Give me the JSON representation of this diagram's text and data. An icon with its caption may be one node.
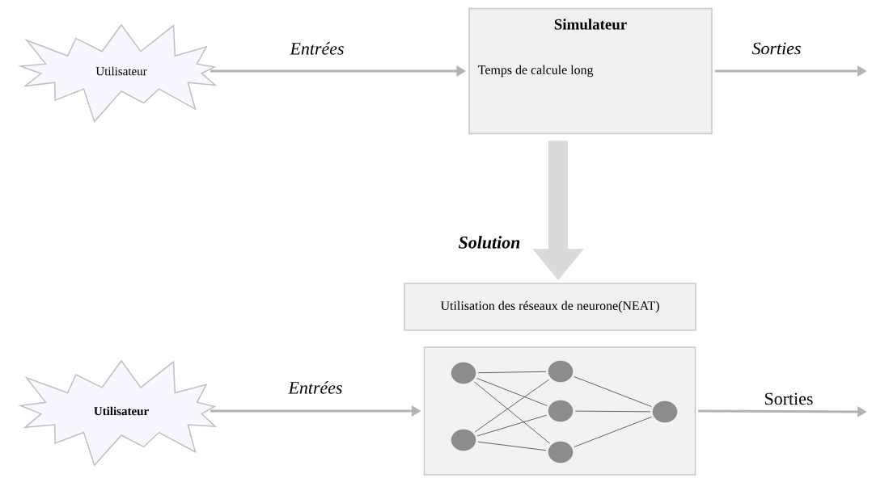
{
  "diagram": {
    "nodes": [
      {
        "text": [
          "Utilisateur"
        ]
      },
      {
        "text": [
          "Simulateur",
          "Temps de calcule long"
        ]
      },
      {
        "text": [
          "Utilisation des réseaux de neurone(NEAT)"
        ]
      },
      {
        "text": [
          "Utilisateur"
        ]
      },
      {
        "text": [],
        "shape": "box"
      },
      {
        "text": [],
        "shape": "circle",
        "in": 4
      },
      {
        "text": [],
        "shape": "circle",
        "in": 4
      },
      {
        "text": [],
        "shape": "circle",
        "in": 4
      },
      {
        "text": [],
        "shape": "circle",
        "in": 4
      },
      {
        "text": [],
        "shape": "circle",
        "in": 4
      },
      {
        "text": [],
        "shape": "circle",
        "in": 4
      }
    ],
    "edges": [
      {
        "from": 0,
        "to": 1,
        "arrow": "to",
        "label": "Entrées",
        "style": "thick",
        "color": "#b3b3b3"
      },
      {
        "from": 1,
        "to": null,
        "arrow": "to",
        "label": "Sorties",
        "style": "thick",
        "color": "#b3b3b3"
      },
      {
        "from": 1,
        "to": 2,
        "arrow": "to",
        "label": "Solution",
        "style": "thick",
        "color": "#dadada"
      },
      {
        "from": 3,
        "to": 4,
        "arrow": "to",
        "label": "Entrées",
        "style": "thick",
        "color": "#b3b3b3"
      },
      {
        "from": 4,
        "to": null,
        "arrow": "to",
        "label": "Sorties",
        "style": "thick",
        "color": "#b3b3b3"
      },
      {
        "from": 5,
        "to": 7,
        "arrow": "none"
      },
      {
        "from": 5,
        "to": 8,
        "arrow": "none"
      },
      {
        "from": 5,
        "to": 9,
        "arrow": "none"
      },
      {
        "from": 6,
        "to": 7,
        "arrow": "none"
      },
      {
        "from": 6,
        "to": 8,
        "arrow": "none"
      },
      {
        "from": 6,
        "to": 9,
        "arrow": "none"
      },
      {
        "from": 7,
        "to": 10,
        "arrow": "none"
      },
      {
        "from": 8,
        "to": 10,
        "arrow": "none"
      },
      {
        "from": 9,
        "to": 10,
        "arrow": "none"
      }
    ]
  }
}
